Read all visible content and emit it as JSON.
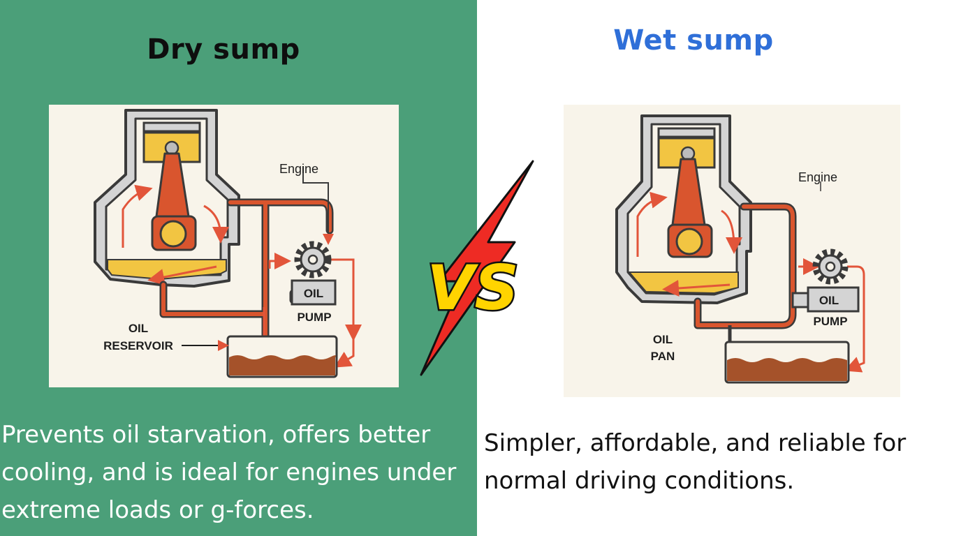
{
  "left": {
    "title": "Dry sump",
    "caption": "Prevents oil starvation, offers better cooling, and is ideal for engines under extreme loads or g-forces.",
    "diagram": {
      "engine_label": "Engine",
      "pump_label_1": "OIL",
      "pump_label_2": "PUMP",
      "reservoir_label_1": "OIL",
      "reservoir_label_2": "RESERVOIR"
    }
  },
  "right": {
    "title": "Wet sump",
    "caption": "Simpler, affordable, and reliable for normal driving conditions.",
    "diagram": {
      "engine_label": "Engine",
      "pump_label_1": "OIL",
      "pump_label_2": "PUMP",
      "pan_label_1": "OIL",
      "pan_label_2": "PAN"
    }
  },
  "vs_text": "VS",
  "colors": {
    "left_bg": "#4b9f79",
    "right_title": "#2f6fd8",
    "oil_pipe": "#c9502c",
    "oil_yellow": "#f2c542",
    "oil_brown": "#a5522a",
    "vs_yellow": "#ffd400",
    "bolt_red": "#ee2b24"
  },
  "icons": [
    "piston-icon",
    "gear-icon",
    "lightning-bolt-icon"
  ]
}
